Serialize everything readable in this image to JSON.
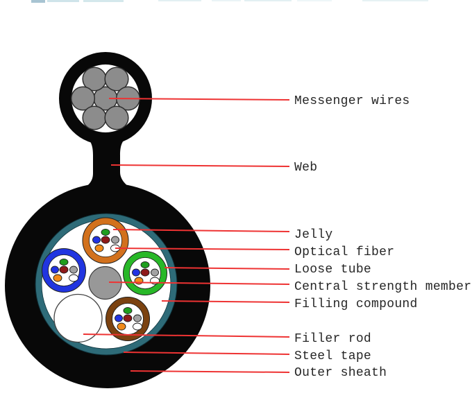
{
  "diagram": {
    "labels": {
      "messenger_wires": "Messenger wires",
      "web": "Web",
      "jelly": "Jelly",
      "optical_fiber": "Optical fiber",
      "loose_tube": "Loose tube",
      "central_strength_member": "Central strength member",
      "filling_compound": "Filling compound",
      "filler_rod": "Filler rod",
      "steel_tape": "Steel tape",
      "outer_sheath": "Outer sheath"
    },
    "colors": {
      "outer_sheath": "#080808",
      "steel_tape": "#2e6b78",
      "filling_compound": "#ffffff",
      "messenger_wire": "#8c8c8c",
      "central_strength_member": "#989898",
      "filler_rod": "#ffffff",
      "loose_tube_orange": "#d2711d",
      "loose_tube_blue": "#2135e0",
      "loose_tube_green": "#28b828",
      "loose_tube_brown": "#7b4210",
      "fiber_green": "#1e9e1e",
      "fiber_blue": "#2233e2",
      "fiber_dark_red": "#8e1a1a",
      "fiber_gray": "#a2a2a2",
      "fiber_orange": "#f18a1a",
      "fiber_white": "#ffffff",
      "leader_line": "#ee3333",
      "label_text": "#262626"
    }
  }
}
